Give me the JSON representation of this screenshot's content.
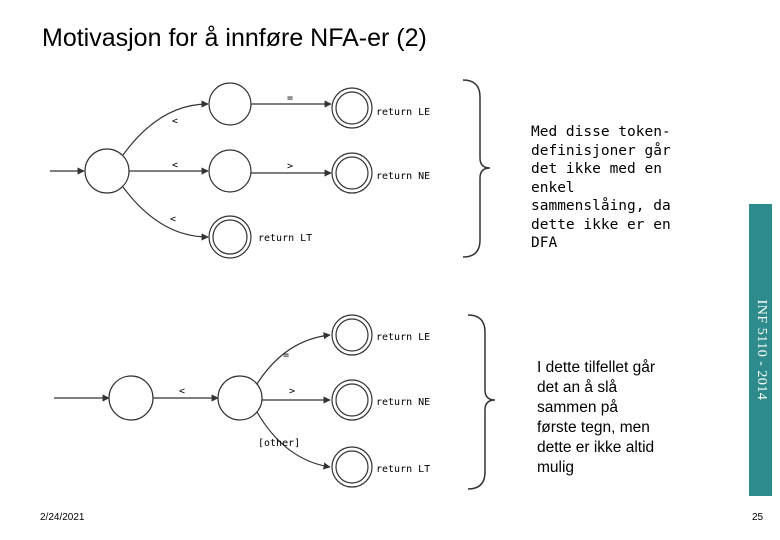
{
  "slide": {
    "title": "Motivasjon for å innføre NFA-er (2)",
    "date": "2/24/2021",
    "page_number": "25",
    "sidebar_text": "INF 5110 - 2014",
    "accent_color": "#2e8b8b"
  },
  "diagram_top": {
    "edge_labels": [
      "<",
      "=",
      "<",
      ">",
      "<"
    ],
    "outputs": [
      "return LE",
      "return NE",
      "return LT"
    ]
  },
  "diagram_bottom": {
    "edge_labels": [
      "<",
      "=",
      ">",
      "[other]"
    ],
    "outputs": [
      "return LE",
      "return NE",
      "return LT"
    ]
  },
  "notes": {
    "top": "Med disse token-\ndefinisjoner går\ndet ikke med en\nenkel\nsammenslåing, da\ndette ikke er en\nDFA",
    "bottom": "I dette tilfellet går\ndet an å slå\nsammen på\nførste tegn, men\ndette er ikke altid\nmulig"
  }
}
